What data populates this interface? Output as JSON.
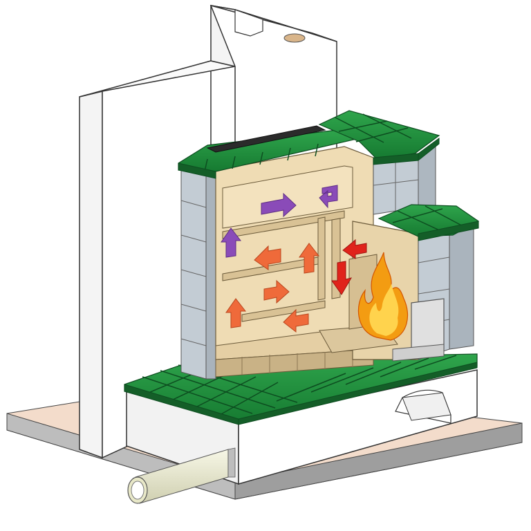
{
  "diagram": {
    "subject": "tiled-stove-cutaway",
    "colors": {
      "tile_green": "#1f8a3c",
      "tile_green_dark": "#156b2c",
      "chamotte": "#efdcb4",
      "chamotte_dark": "#d9c295",
      "glass_tile": "#b9c3cc",
      "wall": "#ffffff",
      "floor": "#f3dccb",
      "slab_side": "#b8b8b8",
      "arrow_cool": "#8a4bb8",
      "arrow_warm": "#ef6a3a",
      "arrow_hot": "#e0231b",
      "flame_outer": "#f39c12",
      "flame_inner": "#ffd34d",
      "pipe": "#e8e8c8"
    },
    "flue_arrows": [
      {
        "id": "arrow-top-right",
        "direction": "right",
        "heat": "cool"
      },
      {
        "id": "arrow-top-exit",
        "direction": "left-down",
        "heat": "cool"
      },
      {
        "id": "arrow-up-left",
        "direction": "up",
        "heat": "cool"
      },
      {
        "id": "arrow-mid-left",
        "direction": "left",
        "heat": "warm"
      },
      {
        "id": "arrow-mid-up",
        "direction": "up",
        "heat": "warm"
      },
      {
        "id": "arrow-low-right",
        "direction": "right",
        "heat": "warm"
      },
      {
        "id": "arrow-low-up",
        "direction": "up",
        "heat": "warm"
      },
      {
        "id": "arrow-bottom-left",
        "direction": "left",
        "heat": "warm"
      },
      {
        "id": "arrow-firebox-in",
        "direction": "left",
        "heat": "hot"
      },
      {
        "id": "arrow-firebox-down",
        "direction": "down",
        "heat": "hot"
      }
    ]
  }
}
